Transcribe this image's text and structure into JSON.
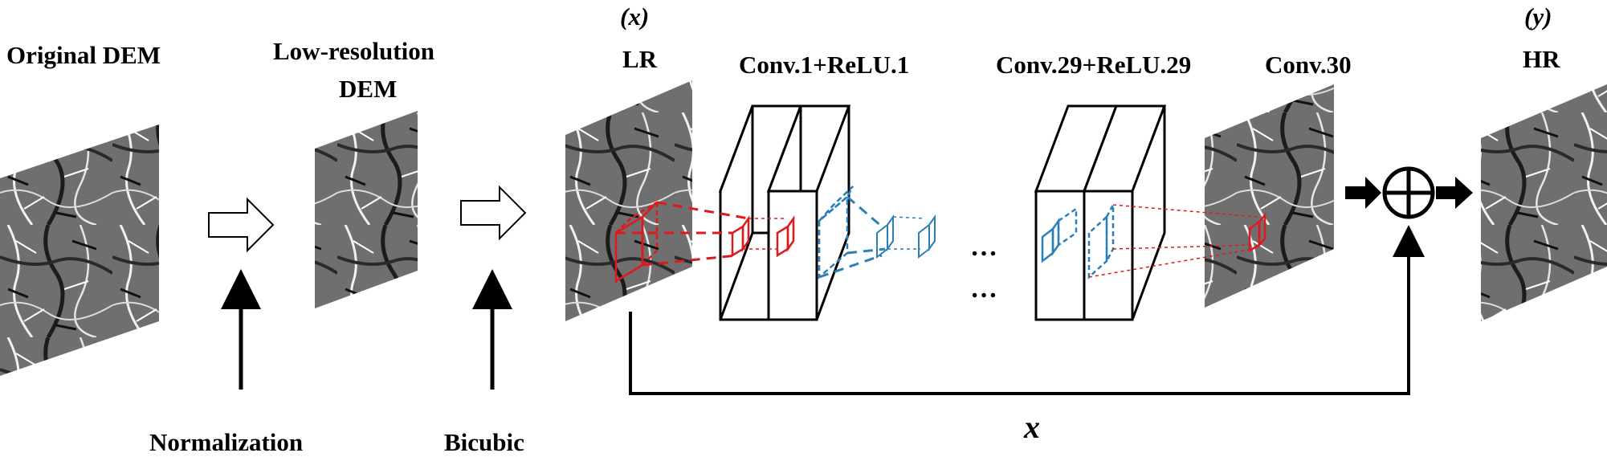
{
  "labels": {
    "original_dem": "Original DEM",
    "low_res_line1": "Low-resolution",
    "low_res_line2": "DEM",
    "x_top": "(x)",
    "lr": "LR",
    "conv1": "Conv.1+ReLU.1",
    "conv29": "Conv.29+ReLU.29",
    "conv30": "Conv.30",
    "y_top": "(y)",
    "hr": "HR",
    "normalization": "Normalization",
    "bicubic": "Bicubic",
    "x_skip": "x",
    "dots": "…"
  },
  "colors": {
    "red_kernel": "#e0191d",
    "blue_kernel": "#2b7fb8",
    "line": "#000000"
  }
}
